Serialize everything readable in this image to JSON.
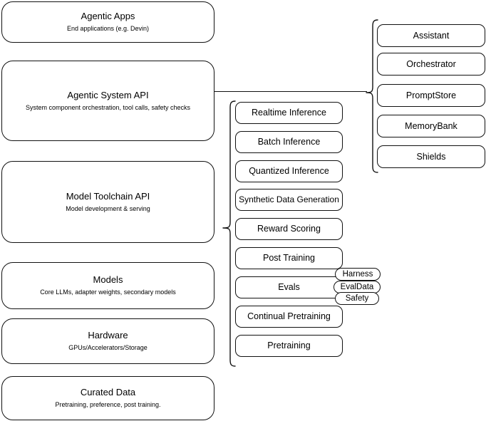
{
  "diagram": {
    "title": "Agentic stack layer diagram",
    "stroke_color": "#111111",
    "background_color": "#ffffff",
    "layers": [
      {
        "id": "agentic-apps",
        "title": "Agentic Apps",
        "subtitle": "End applications (e.g. Devin)"
      },
      {
        "id": "agentic-system-api",
        "title": "Agentic System API",
        "subtitle": "System component orchestration, tool calls, safety checks"
      },
      {
        "id": "model-toolchain-api",
        "title": "Model Toolchain API",
        "subtitle": "Model development & serving"
      },
      {
        "id": "models",
        "title": "Models",
        "subtitle": "Core LLMs, adapter weights, secondary models"
      },
      {
        "id": "hardware",
        "title": "Hardware",
        "subtitle": "GPUs/Accelerators/Storage"
      },
      {
        "id": "curated-data",
        "title": "Curated Data",
        "subtitle": "Pretraining, preference, post training."
      }
    ],
    "toolchain_components": [
      {
        "id": "realtime-inference",
        "label": "Realtime Inference"
      },
      {
        "id": "batch-inference",
        "label": "Batch Inference"
      },
      {
        "id": "quantized-inference",
        "label": "Quantized Inference"
      },
      {
        "id": "synthetic-data-generation",
        "label": "Synthetic Data Generation"
      },
      {
        "id": "reward-scoring",
        "label": "Reward Scoring"
      },
      {
        "id": "post-training",
        "label": "Post Training"
      },
      {
        "id": "evals",
        "label": "Evals"
      },
      {
        "id": "continual-pretraining",
        "label": "Continual Pretraining"
      },
      {
        "id": "pretraining",
        "label": "Pretraining"
      }
    ],
    "evals_subcomponents": [
      {
        "id": "harness",
        "label": "Harness"
      },
      {
        "id": "evaldata",
        "label": "EvalData"
      },
      {
        "id": "safety",
        "label": "Safety"
      }
    ],
    "system_components": [
      {
        "id": "assistant",
        "label": "Assistant"
      },
      {
        "id": "orchestrator",
        "label": "Orchestrator"
      },
      {
        "id": "promptstore",
        "label": "PromptStore"
      },
      {
        "id": "memorybank",
        "label": "MemoryBank"
      },
      {
        "id": "shields",
        "label": "Shields"
      }
    ]
  }
}
